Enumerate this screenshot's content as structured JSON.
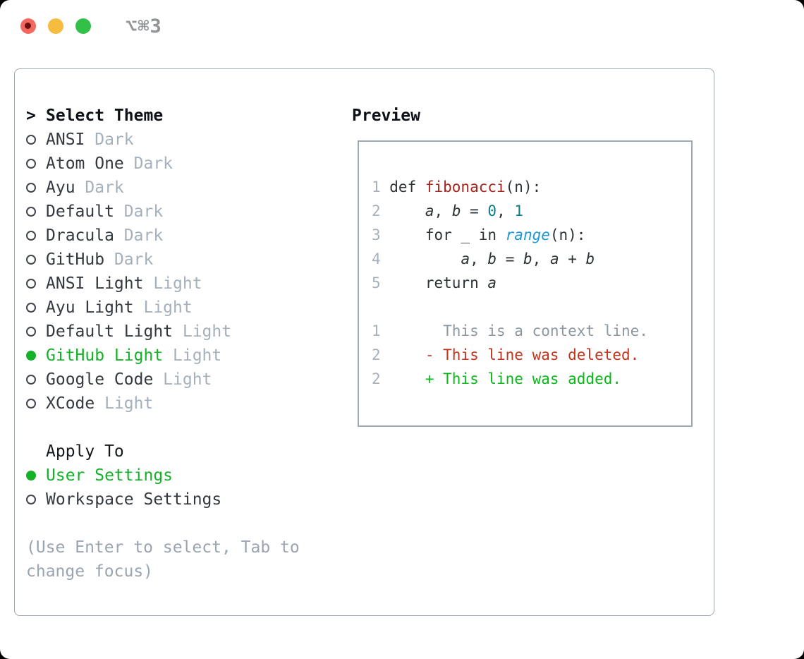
{
  "window": {
    "title_shortcut": "⌥⌘3"
  },
  "colors": {
    "selection_green": "#15b127",
    "diff_added_green": "#09b918",
    "diff_deleted_red": "#c2331c",
    "function_red": "#a7251c",
    "number_teal": "#0d7d85",
    "builtin_blue": "#1e98d4",
    "border_gray": "#a0a8b2",
    "muted_gray": "#a6b0bb",
    "help_gray": "#9aa4b1",
    "traffic_red": "#f2685e",
    "traffic_yellow": "#f5bc40",
    "traffic_green": "#33c048"
  },
  "theme_picker": {
    "header_marker": ">",
    "header": "Select Theme",
    "items": [
      {
        "name": "ANSI",
        "variant": "Dark",
        "selected": false
      },
      {
        "name": "Atom One",
        "variant": "Dark",
        "selected": false
      },
      {
        "name": "Ayu",
        "variant": "Dark",
        "selected": false
      },
      {
        "name": "Default",
        "variant": "Dark",
        "selected": false
      },
      {
        "name": "Dracula",
        "variant": "Dark",
        "selected": false
      },
      {
        "name": "GitHub",
        "variant": "Dark",
        "selected": false
      },
      {
        "name": "ANSI Light",
        "variant": "Light",
        "selected": false
      },
      {
        "name": "Ayu Light",
        "variant": "Light",
        "selected": false
      },
      {
        "name": "Default Light",
        "variant": "Light",
        "selected": false
      },
      {
        "name": "GitHub Light",
        "variant": "Light",
        "selected": true
      },
      {
        "name": "Google Code",
        "variant": "Light",
        "selected": false
      },
      {
        "name": "XCode",
        "variant": "Light",
        "selected": false
      }
    ],
    "apply_to": {
      "header": "Apply To",
      "options": [
        {
          "label": "User Settings",
          "selected": true
        },
        {
          "label": "Workspace Settings",
          "selected": false
        }
      ]
    },
    "help_text": "(Use Enter to select, Tab to change focus)"
  },
  "preview": {
    "title": "Preview",
    "code_lines": [
      {
        "num": "1",
        "tokens": [
          [
            "plain",
            "def "
          ],
          [
            "func",
            "fibonacci"
          ],
          [
            "plain",
            "(n):"
          ]
        ]
      },
      {
        "num": "2",
        "tokens": [
          [
            "plain",
            "    "
          ],
          [
            "var",
            "a"
          ],
          [
            "plain",
            ", "
          ],
          [
            "var",
            "b"
          ],
          [
            "plain",
            " = "
          ],
          [
            "numlit",
            "0"
          ],
          [
            "plain",
            ", "
          ],
          [
            "numlit",
            "1"
          ]
        ]
      },
      {
        "num": "3",
        "tokens": [
          [
            "plain",
            "    for _ in "
          ],
          [
            "builtin",
            "range"
          ],
          [
            "plain",
            "(n):"
          ]
        ]
      },
      {
        "num": "4",
        "tokens": [
          [
            "plain",
            "        "
          ],
          [
            "var",
            "a"
          ],
          [
            "plain",
            ", "
          ],
          [
            "var",
            "b"
          ],
          [
            "plain",
            " = "
          ],
          [
            "var",
            "b"
          ],
          [
            "plain",
            ", "
          ],
          [
            "var",
            "a"
          ],
          [
            "plain",
            " + "
          ],
          [
            "var",
            "b"
          ]
        ]
      },
      {
        "num": "5",
        "tokens": [
          [
            "plain",
            "    return "
          ],
          [
            "var",
            "a"
          ]
        ]
      }
    ],
    "diff_lines": [
      {
        "num": "1",
        "tokens": [
          [
            "ctx",
            "      This is a context line."
          ]
        ]
      },
      {
        "num": "2",
        "tokens": [
          [
            "del",
            "    - This line was deleted."
          ]
        ]
      },
      {
        "num": "2",
        "tokens": [
          [
            "add",
            "    + This line was added."
          ]
        ]
      }
    ]
  }
}
